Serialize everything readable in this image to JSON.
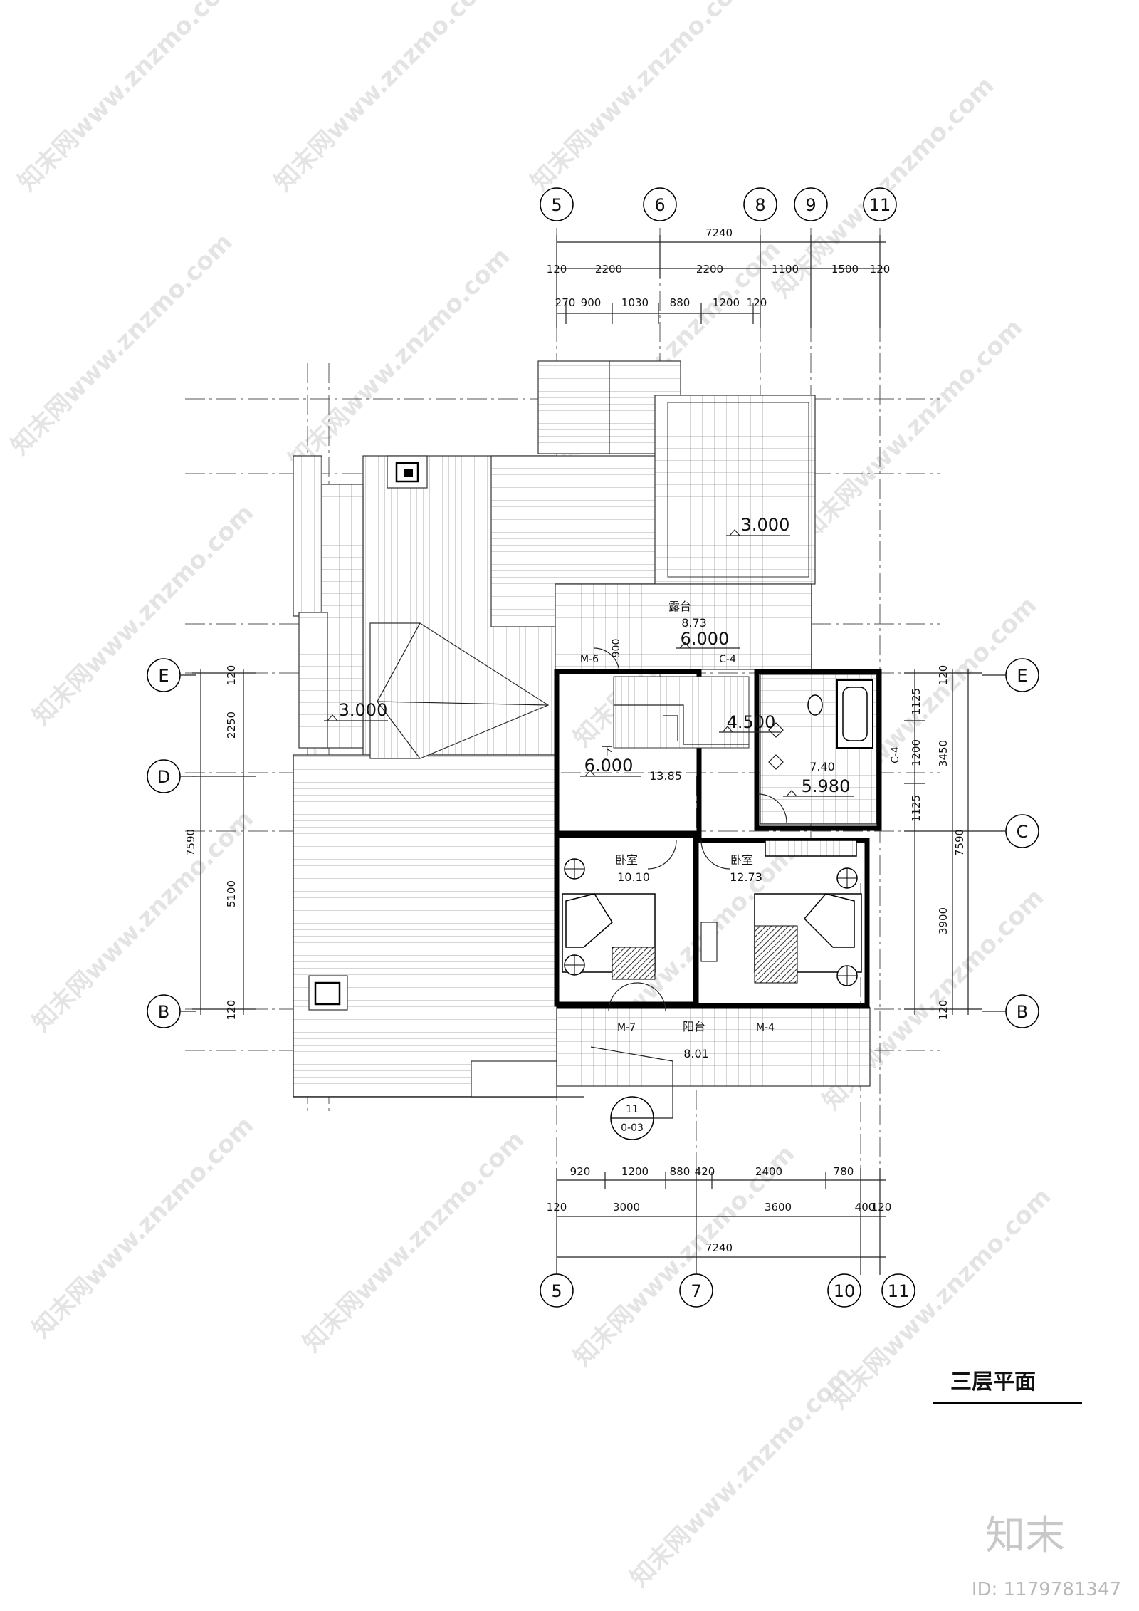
{
  "title": "三层平面",
  "axes_top": [
    "5",
    "6",
    "8",
    "9",
    "11"
  ],
  "axes_bottom": [
    "5",
    "7",
    "10",
    "11"
  ],
  "axes_left": [
    "E",
    "D",
    "B"
  ],
  "axes_right": [
    "E",
    "C",
    "B"
  ],
  "dims_top_total": "7240",
  "dims_top_row2": [
    "120",
    "2200",
    "2200",
    "1100",
    "1500",
    "120"
  ],
  "dims_top_row3": [
    "270",
    "900",
    "1030",
    "880",
    "1200",
    "120"
  ],
  "dims_bottom_row1": [
    "920",
    "1200",
    "880",
    "420",
    "2400",
    "780"
  ],
  "dims_bottom_row2": [
    "120",
    "3000",
    "3600",
    "400",
    "120"
  ],
  "dims_bottom_total": "7240",
  "dims_left": [
    "120",
    "2250",
    "7590",
    "5100",
    "120"
  ],
  "dims_right": [
    "120",
    "1125",
    "1200",
    "1125",
    "3450",
    "7590",
    "3900",
    "120"
  ],
  "rooms": {
    "terrace_name": "露台",
    "terrace_area": "8.73",
    "terrace_level": "6.000",
    "hall_level": "6.000",
    "hall_area": "13.85",
    "stair_level": "4.500",
    "stair_down": "下",
    "bath_area": "7.40",
    "bath_level": "5.980",
    "bed1_name": "卧室",
    "bed1_area": "10.10",
    "bed2_name": "卧室",
    "bed2_area": "12.73",
    "balcony_name": "阳台",
    "balcony_area": "8.01",
    "roof_level_right": "3.000",
    "roof_level_left": "3.000"
  },
  "tags": {
    "m6": "M-6",
    "c4_top": "C-4",
    "c4_side": "C-4",
    "m7": "M-7",
    "m4": "M-4",
    "dim_900": "900",
    "detail_num": "11",
    "detail_sheet": "0-03"
  },
  "watermark": {
    "text": "知末网www.znzmo.com",
    "logo": "知末",
    "id": "ID: 1179781347"
  }
}
